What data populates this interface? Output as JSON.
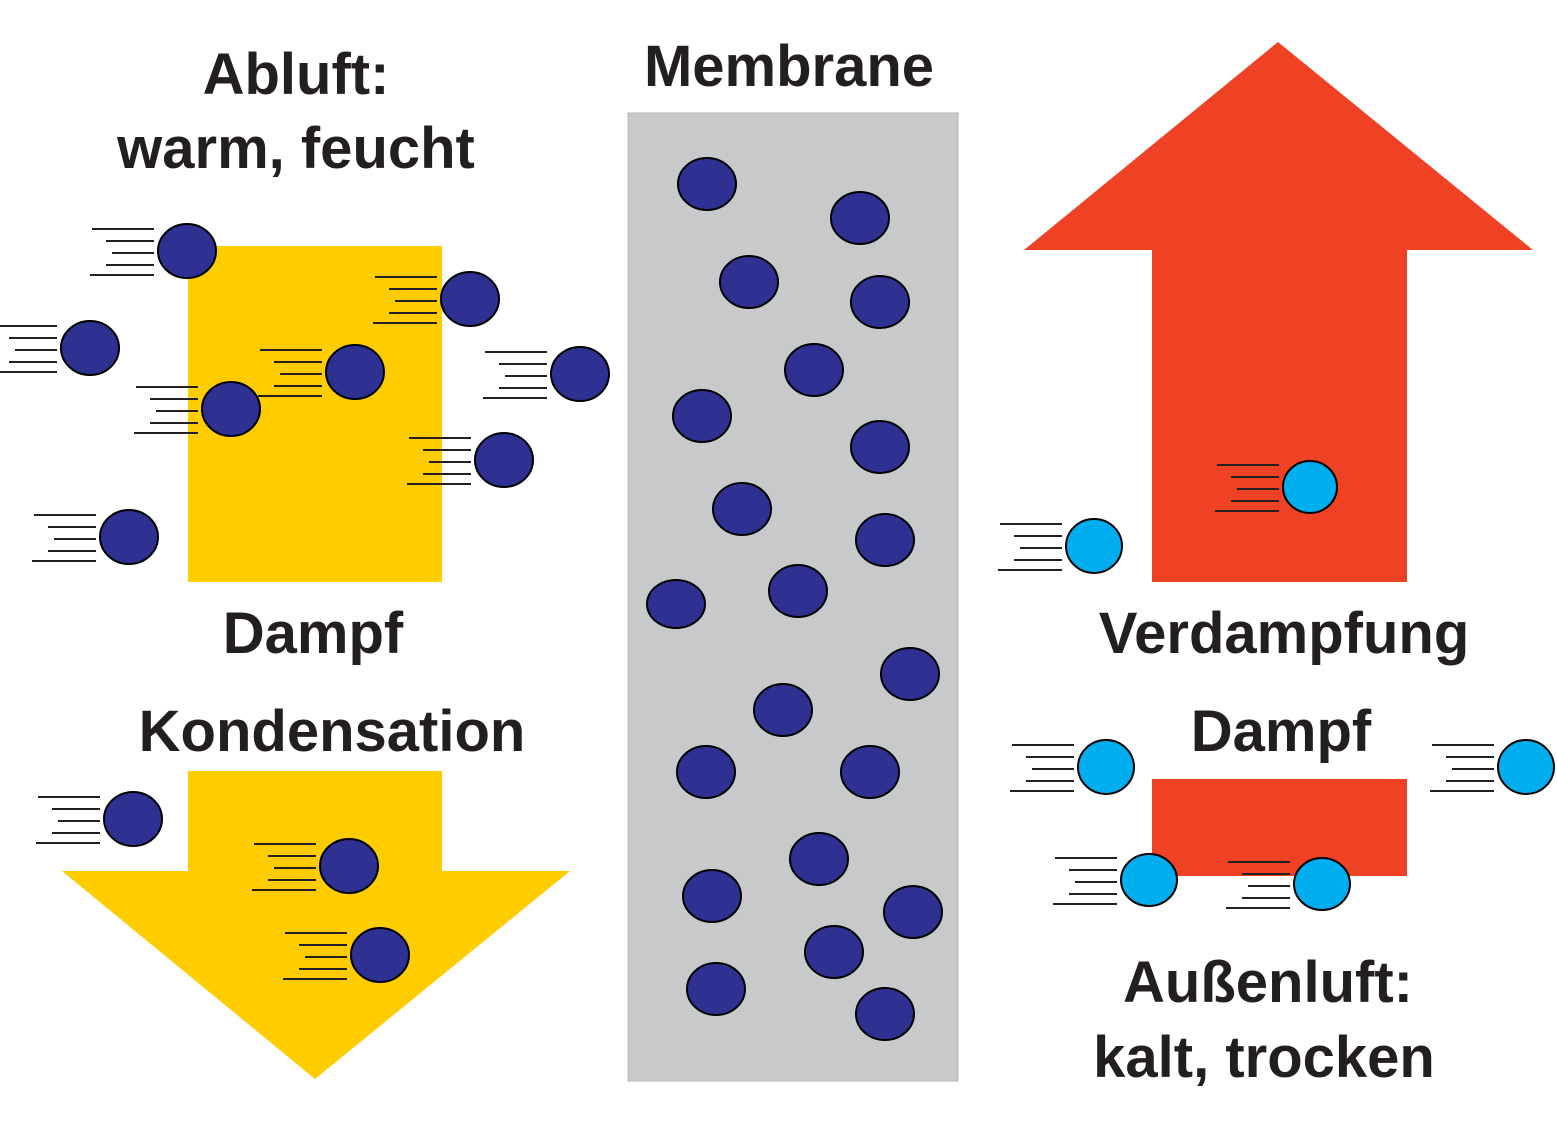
{
  "labels": {
    "exhaust_title": "Abluft:",
    "exhaust_subtitle": "warm, feucht",
    "membrane": "Membrane",
    "vapor_left": "Dampf",
    "condensation": "Kondensation",
    "evaporation": "Verdampfung",
    "vapor_right": "Dampf",
    "outdoor_title": "Außenluft:",
    "outdoor_subtitle": "kalt, trocken"
  },
  "colors": {
    "yellow_arrow": "#ffcc00",
    "red_arrow": "#ef4123",
    "membrane": "#c8c9cb",
    "molecule_dark": "#2e3192",
    "molecule_light": "#00aeef",
    "text": "#231f20"
  },
  "icons": {
    "molecule": "circle",
    "motion_lines": "speed-lines"
  }
}
